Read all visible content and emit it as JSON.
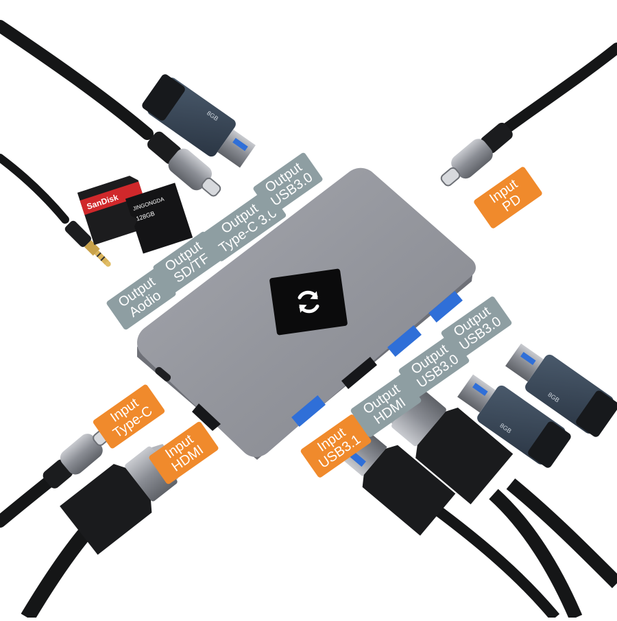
{
  "colors": {
    "output_tag": "#8e9ea2",
    "input_tag": "#f08a2c",
    "hub_body": "#8d8f96",
    "hub_top": "#9a9ca3",
    "port_blue": "#2f6fd8",
    "cable": "#121314",
    "connector_grey": "#7f8289"
  },
  "center_logo": {
    "icon": "sync-arrows-icon"
  },
  "labels": {
    "output_audio": {
      "line1": "Output",
      "line2": "Aodio"
    },
    "output_sdtf": {
      "line1": "Output",
      "line2": "SD/TF"
    },
    "output_typec": {
      "line1": "Output",
      "line2": "Type-C 3.0"
    },
    "output_usb_top": {
      "line1": "Output",
      "line2": "USB3.0"
    },
    "input_pd": {
      "line1": "Input",
      "line2": "PD"
    },
    "input_typec": {
      "line1": "Input",
      "line2": "Type-C"
    },
    "input_hdmi": {
      "line1": "Input",
      "line2": "HDMI"
    },
    "input_usb31": {
      "line1": "Input",
      "line2": "USB3.1"
    },
    "output_hdmi": {
      "line1": "Output",
      "line2": "HDMI"
    },
    "output_usb_mid": {
      "line1": "Output",
      "line2": "USB3.0"
    },
    "output_usb_right": {
      "line1": "Output",
      "line2": "USB3.0"
    }
  },
  "cards": {
    "sd_brand": "SanDisk",
    "tf_brand": "JINGONGDA",
    "tf_capacity": "128GB"
  },
  "flash_drives": {
    "capacity_top": "8GB",
    "capacity_mid": "8GB",
    "capacity_right": "8GB"
  }
}
